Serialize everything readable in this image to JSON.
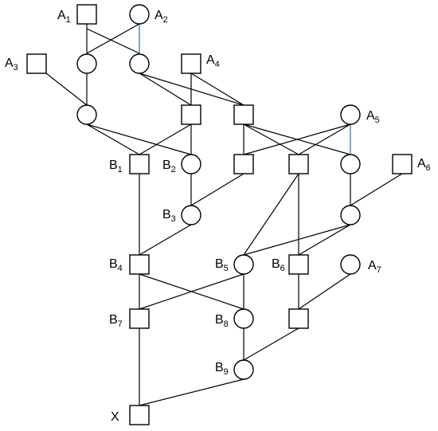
{
  "pedigree": {
    "labels": {
      "A1": {
        "main": "A",
        "sub": "1"
      },
      "A2": {
        "main": "A",
        "sub": "2"
      },
      "A3": {
        "main": "A",
        "sub": "3"
      },
      "A4": {
        "main": "A",
        "sub": "4"
      },
      "A5": {
        "main": "A",
        "sub": "5"
      },
      "A6": {
        "main": "A",
        "sub": "6"
      },
      "A7": {
        "main": "A",
        "sub": "7"
      },
      "B1": {
        "main": "B",
        "sub": "1"
      },
      "B2": {
        "main": "B",
        "sub": "2"
      },
      "B3": {
        "main": "B",
        "sub": "3"
      },
      "B4": {
        "main": "B",
        "sub": "4"
      },
      "B5": {
        "main": "B",
        "sub": "5"
      },
      "B6": {
        "main": "B",
        "sub": "6"
      },
      "B7": {
        "main": "B",
        "sub": "7"
      },
      "B8": {
        "main": "B",
        "sub": "8"
      },
      "B9": {
        "main": "B",
        "sub": "9"
      },
      "X": {
        "main": "X",
        "sub": ""
      }
    },
    "symbols": {
      "male": "square",
      "female": "circle"
    },
    "colors": {
      "line": "#000000",
      "highlight_edge": "#2e6da4"
    }
  }
}
